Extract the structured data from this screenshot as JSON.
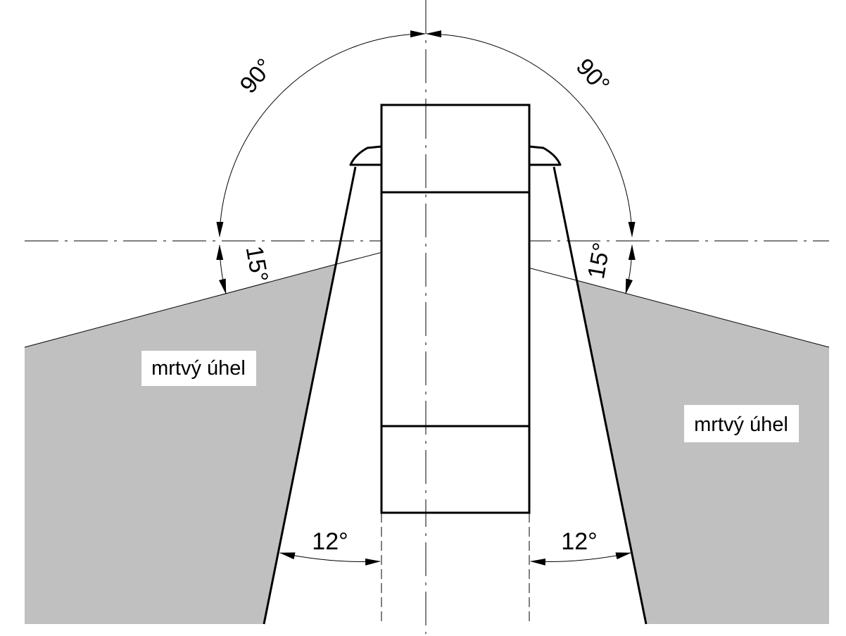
{
  "figure": {
    "labels": {
      "angle_front_left": "90°",
      "angle_front_right": "90°",
      "angle_side_left": "15°",
      "angle_side_right": "15°",
      "angle_rear_left": "12°",
      "angle_rear_right": "12°",
      "blind_spot_left": "mrtvý úhel",
      "blind_spot_right": "mrtvý úhel"
    },
    "colors": {
      "blind_spot_fill": "#c0c0c0",
      "line": "#000000",
      "label_background": "#ffffff"
    }
  }
}
